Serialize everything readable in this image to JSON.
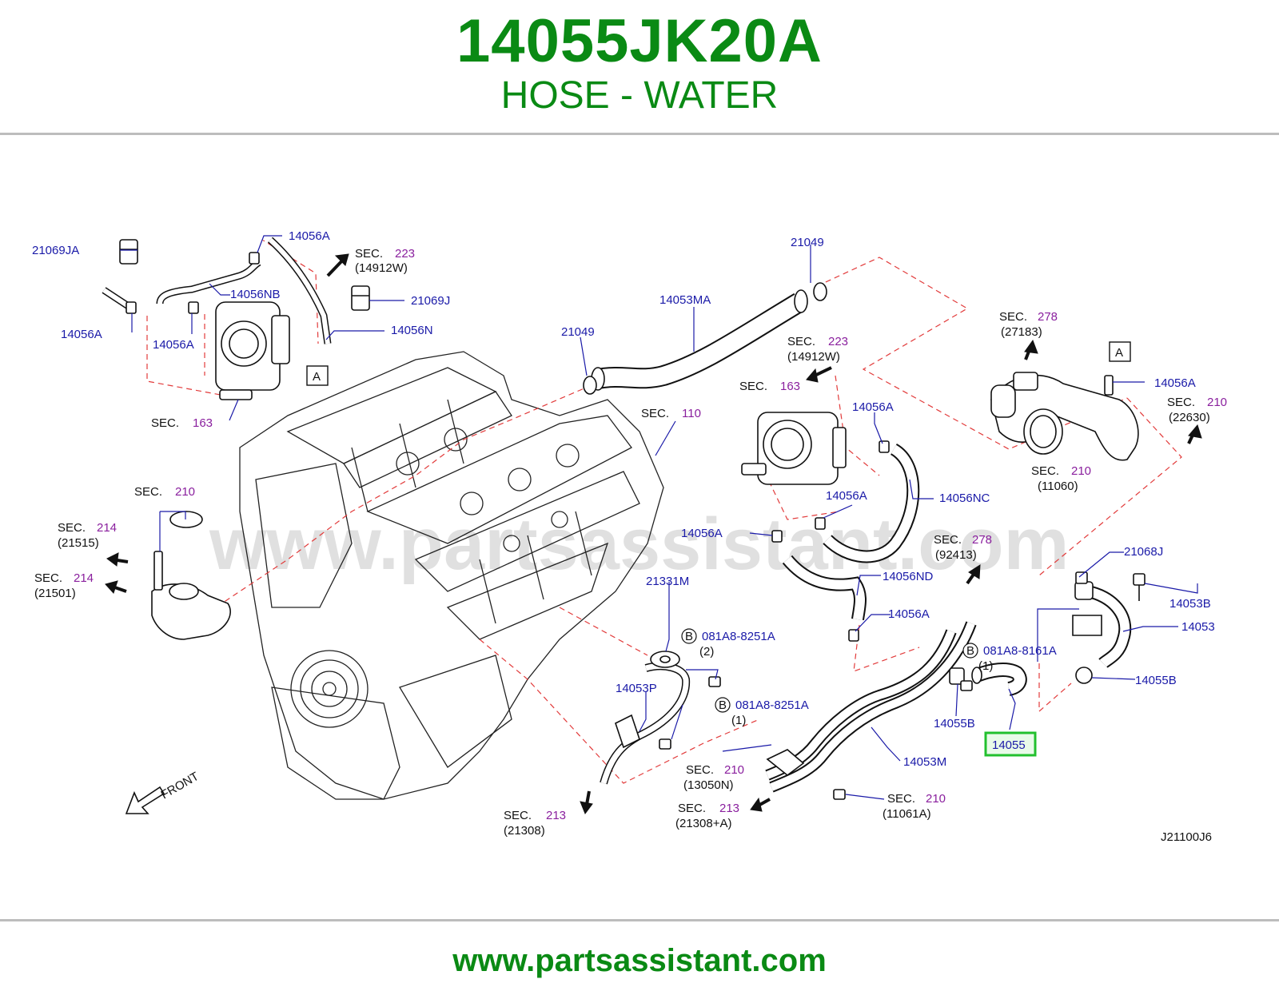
{
  "header": {
    "part_number": "14055JK20A",
    "part_name": "HOSE - WATER"
  },
  "footer": {
    "url": "www.partsassistant.com"
  },
  "diagram": {
    "watermark": "www.partsassistant.com",
    "diagram_code": "J21100J6",
    "front_label": "FRONT",
    "highlighted_part": "14055",
    "part_labels": {
      "p21069ja": "21069JA",
      "p14056a_top": "14056A",
      "p14056nb": "14056NB",
      "p14056a_l1": "14056A",
      "p14056a_l2": "14056A",
      "p21069j": "21069J",
      "p14056n": "14056N",
      "p21049_top": "21049",
      "p14053ma": "14053MA",
      "p21049_mid": "21049",
      "p14056a_c1": "14056A",
      "p14056a_c2": "14056A",
      "p14056nc": "14056NC",
      "p14056a_c3": "14056A",
      "p14056nd": "14056ND",
      "p14056a_c4": "14056A",
      "p14056a_r": "14056A",
      "p21068j": "21068J",
      "p14053b": "14053B",
      "p14053": "14053",
      "p14055b_r": "14055B",
      "p14055b_c": "14055B",
      "p14053m": "14053M",
      "p21331m": "21331M",
      "p14053p": "14053P"
    },
    "bolt_refs": {
      "b1": {
        "marker": "B",
        "code": "081A8-8251A",
        "qty": "(2)"
      },
      "b2": {
        "marker": "B",
        "code": "081A8-8251A",
        "qty": "(1)"
      },
      "b3": {
        "marker": "B",
        "code": "081A8-8161A",
        "qty": "(1)"
      }
    },
    "section_refs": {
      "s223a": {
        "prefix": "SEC.",
        "num": "223",
        "sub": "(14912W)"
      },
      "s163a": {
        "prefix": "SEC.",
        "num": "163",
        "sub": ""
      },
      "s223b": {
        "prefix": "SEC.",
        "num": "223",
        "sub": "(14912W)"
      },
      "s163b": {
        "prefix": "SEC.",
        "num": "163",
        "sub": ""
      },
      "s110": {
        "prefix": "SEC.",
        "num": "110",
        "sub": ""
      },
      "s278a": {
        "prefix": "SEC.",
        "num": "278",
        "sub": "(27183)"
      },
      "s210a": {
        "prefix": "SEC.",
        "num": "210",
        "sub": "(22630)"
      },
      "s210b": {
        "prefix": "SEC.",
        "num": "210",
        "sub": "(11060)"
      },
      "s210c": {
        "prefix": "SEC.",
        "num": "210",
        "sub": ""
      },
      "s214a": {
        "prefix": "SEC.",
        "num": "214",
        "sub": "(21515)"
      },
      "s214b": {
        "prefix": "SEC.",
        "num": "214",
        "sub": "(21501)"
      },
      "s278b": {
        "prefix": "SEC.",
        "num": "278",
        "sub": "(92413)"
      },
      "s210d": {
        "prefix": "SEC.",
        "num": "210",
        "sub": "(13050N)"
      },
      "s213a": {
        "prefix": "SEC.",
        "num": "213",
        "sub": "(21308)"
      },
      "s213b": {
        "prefix": "SEC.",
        "num": "213",
        "sub": "(21308+A)"
      },
      "s210e": {
        "prefix": "SEC.",
        "num": "210",
        "sub": "(11061A)"
      }
    },
    "connector_marker": "A",
    "colors": {
      "title_green": "#0a8a14",
      "label_blue": "#1a1aa8",
      "section_purple": "#8a1f9e",
      "dash_red": "#e23b3b",
      "highlight_box": "#22c02e"
    }
  }
}
